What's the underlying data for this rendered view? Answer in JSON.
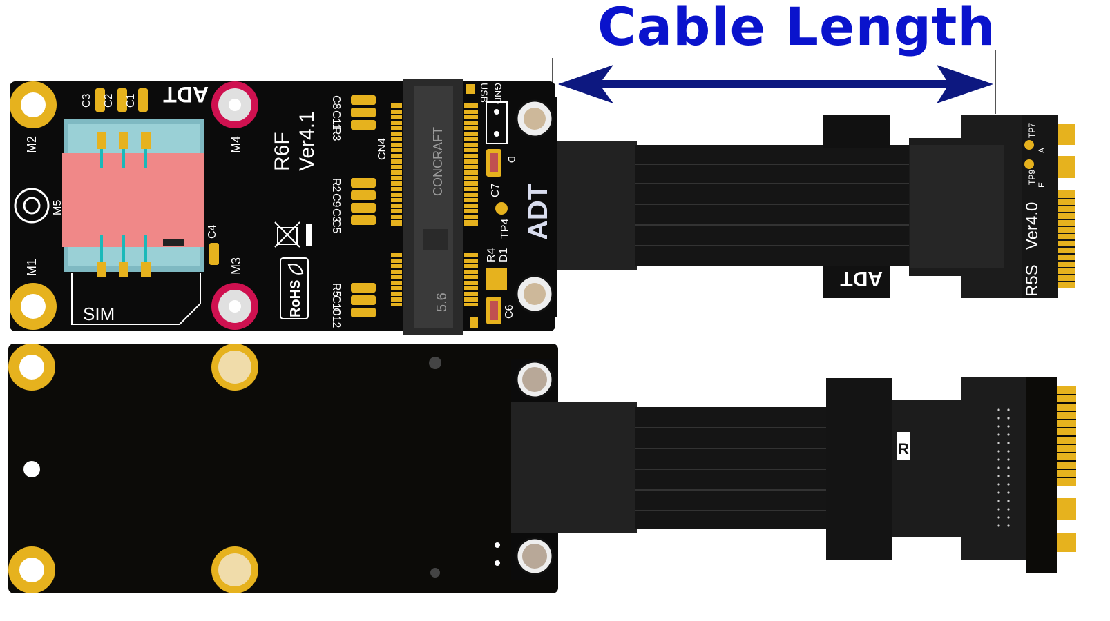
{
  "title": "Cable Length",
  "top_board": {
    "brand": "ADT",
    "model": "R6F",
    "version": "Ver4.1",
    "sim_label": "SIM",
    "connector_brand": "CONCRAFT",
    "connector_size": "5.6",
    "cert": "RoHS",
    "refs": {
      "c1": "C1",
      "c2": "C2",
      "c3": "C3",
      "c4": "C4",
      "m1": "M1",
      "m2": "M2",
      "m3": "M3",
      "m4": "M4",
      "m5": "M5",
      "cn4": "CN4",
      "c8": "C8",
      "c11": "C11",
      "r3": "R3",
      "r2": "R2",
      "c9": "C9",
      "c3b": "C3",
      "c5": "C5",
      "r5": "R5",
      "c10": "C10",
      "c12": "C12",
      "usb": "USB",
      "gnd": "GND",
      "d": "D",
      "c7": "C7",
      "tp4": "TP4",
      "r4": "R4",
      "d1": "D1",
      "c6": "C6"
    }
  },
  "cable_top": {
    "brand_vertical": "ADT",
    "brand_tab": "ADT",
    "m2_model": "R5S",
    "m2_version": "Ver4.0",
    "tp7": "TP7",
    "tp9": "TP9",
    "key_a": "A",
    "key_e": "E"
  },
  "cable_bottom": {
    "partial_label": "R"
  },
  "colors": {
    "title": "#0a13cc",
    "arrow": "#0d1880",
    "pcb": "#0b0b0b",
    "gold": "#e6b21e",
    "sim_pink": "#f08888",
    "sim_cyan": "#8fd8dc",
    "rubber": "#2a2a2a",
    "m2_pcb": "#1a1a1a"
  },
  "icons": [
    "weee-bin-icon",
    "rohs-leaf-icon"
  ]
}
